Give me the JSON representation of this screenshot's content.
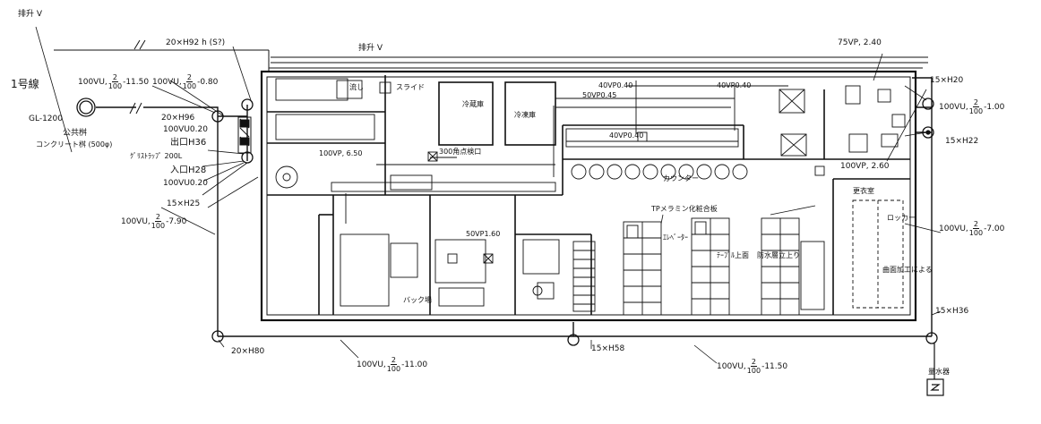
{
  "labels": {
    "bypass_top_left": "排升 V",
    "bypass_top_center": "排升 V",
    "main_line": "1号線",
    "pit_size": "20×H92 h (S?)",
    "pipe_left1_prefix": "100VU,",
    "pipe_left1_suffix": "-11.50",
    "pipe_left2_prefix": "100VU,",
    "pipe_left2_suffix": "-0.80",
    "pipe_left3_prefix": "100VU,",
    "pipe_left3_suffix": "-7.90",
    "pipe_top_right_prefix": "100VU,",
    "pipe_top_right_suffix": "-1.00",
    "pipe_mid_right_prefix": "100VU,",
    "pipe_mid_right_suffix": "-7.00",
    "pipe_bottom_left_prefix": "100VU,",
    "pipe_bottom_left_suffix": "-11.00",
    "pipe_bottom_right_prefix": "100VU,",
    "pipe_bottom_right_suffix": "-11.50",
    "slope_num": "2",
    "slope_den": "100",
    "gl": "GL-1200",
    "public_basin": "公共桝",
    "concrete_basin": "コンクリート桝 (500φ)",
    "size_h96": "20×H96",
    "pipe_vu020": "100VU0.20",
    "outlet_h36": "出口H36",
    "grease_trap": "ｸﾞﾘｽﾄﾗｯﾌﾟ 200L",
    "inlet_h28": "入口H28",
    "pipe_vu020b": "100VU0.20",
    "size_h25": "15×H25",
    "pipe_vp_650": "100VP, 6.50",
    "size_h80": "20×H80",
    "size_h58": "15×H58",
    "size_h20": "15×H20",
    "size_h22": "15×H22",
    "size_h36": "15×H36",
    "pipe_75vp": "75VP, 2.40",
    "pipe_vp_260": "100VP, 2.60",
    "fridge": "冷蔵庫",
    "freezer": "冷凍庫",
    "back_yard": "バック場",
    "changing_room": "更衣室",
    "locker": "ロッカー",
    "melamine_desk": "TPメラミン化粧合板",
    "main_valve": "量水器",
    "hole_note": "300角点検口",
    "pipe_vp160": "50VP1.60",
    "elevator_note": "ｴﾚﾍﾞｰﾀｰ",
    "desk_note": "ﾃｰﾌﾞﾙ上面",
    "pipe_vu_small1": "40VP0.40",
    "pipe_vu_small2": "50VP0.45",
    "pipe_vu_small3": "40VP0.40",
    "pipe_vu_small4": "40VP0.40",
    "kitchen_sink": "流し",
    "counter": "カウンター",
    "cabinet_note": "曲面加工による",
    "floor_note": "防水層立上り",
    "slider": "スライド"
  }
}
